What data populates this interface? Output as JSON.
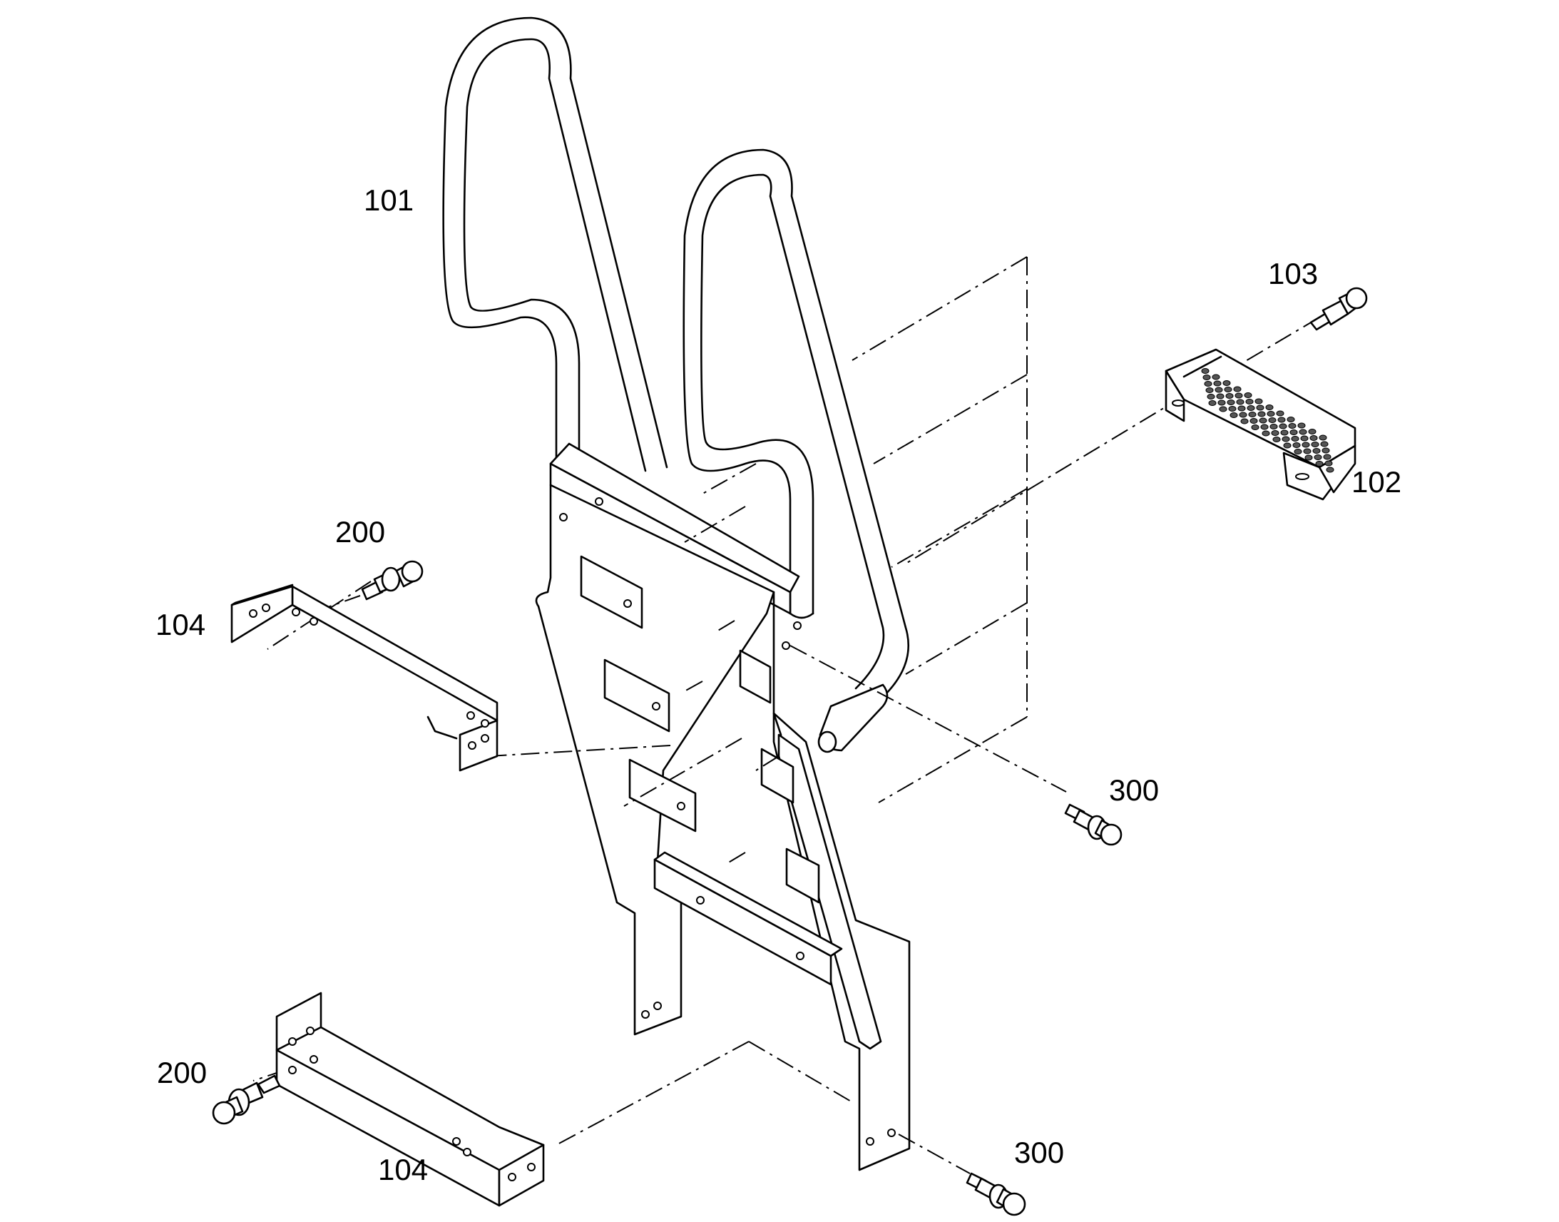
{
  "callouts": {
    "c101": "101",
    "c102": "102",
    "c103": "103",
    "c104_top": "104",
    "c104_bottom": "104",
    "c200_top": "200",
    "c200_bottom": "200",
    "c300_top": "300",
    "c300_bottom": "300"
  },
  "colors": {
    "line": "#000000",
    "background": "#ffffff"
  }
}
